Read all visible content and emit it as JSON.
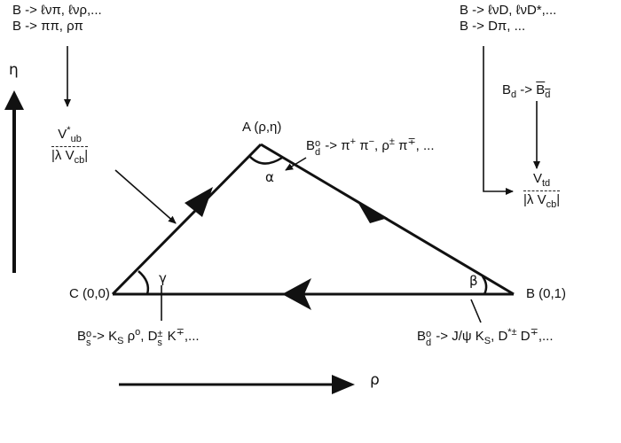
{
  "colors": {
    "ink": "#111111",
    "background": "#ffffff"
  },
  "axes": {
    "eta_label": "η",
    "rho_label": "ρ"
  },
  "vertices": {
    "a_label": "A (ρ,η)",
    "b_label": "B (0,1)",
    "c_label": "C (0,0)"
  },
  "angles": {
    "alpha": "α",
    "beta": "β",
    "gamma": "γ"
  },
  "top_left": {
    "line1": "B -> ℓνπ, ℓνρ,...",
    "line2": "B -> ππ, ρπ"
  },
  "top_right": {
    "line1": "B -> ℓνD, ℓνD*,...",
    "line2": "B -> Dπ, ..."
  },
  "vub_fraction": {
    "num_base": "V",
    "num_sup": "*",
    "num_sub": "ub",
    "den": "|λ V",
    "den_sub": "cb",
    "den_end": "|"
  },
  "vtd_fraction": {
    "num_base": "V",
    "num_sub": "td",
    "den": "|λ V",
    "den_sub": "cb",
    "den_end": "|"
  },
  "mixing": {
    "base": "B",
    "sub": "d",
    "arrow": " ->",
    "bar_base": "B",
    "bar_sub": "d"
  },
  "alpha_decay": {
    "base": "B",
    "sup": "o",
    "sub": "d",
    "text": " -> π",
    "sup1": "+",
    "mid1": " π",
    "sup2": "−",
    "mid2": ", ρ",
    "sup3": "±",
    "mid3": " π",
    "sup4": "∓",
    "end": ", ..."
  },
  "gamma_decay": {
    "base": "B",
    "sup": "o",
    "sub": "s",
    "text": "-> K",
    "sub1": "S",
    "mid1": " ρ",
    "sup1": "o",
    "mid2": ", D",
    "sup2": "±",
    "sub2": "s",
    "mid3": " K",
    "sup3": "∓",
    "end": ",..."
  },
  "beta_decay": {
    "base": "B",
    "sup": "o",
    "sub": "d",
    "text": " -> J/ψ K",
    "sub1": "S",
    "mid1": ", D",
    "sup1": "*±",
    "mid2": " D",
    "sup2": "∓",
    "end": ",..."
  }
}
